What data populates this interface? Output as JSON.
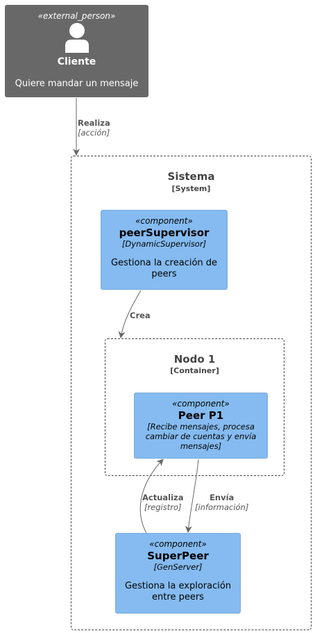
{
  "person": {
    "stereotype": "«external_person»",
    "name": "Cliente",
    "description": "Quiere mandar un mensaje"
  },
  "system": {
    "title": "Sistema",
    "type": "[System]"
  },
  "peer_supervisor": {
    "stereotype": "«component»",
    "name": "peerSupervisor",
    "technology": "[DynamicSupervisor]",
    "description": "Gestiona la creación de peers"
  },
  "nodo": {
    "title": "Nodo 1",
    "type": "[Container]"
  },
  "peer_p1": {
    "stereotype": "«component»",
    "name": "Peer P1",
    "technology": "[Recibe mensajes, procesa cambiar de cuentas y envía mensajes]"
  },
  "super_peer": {
    "stereotype": "«component»",
    "name": "SuperPeer",
    "technology": "[GenServer]",
    "description": "Gestiona la exploración entre peers"
  },
  "relations": {
    "realiza": {
      "label": "Realiza",
      "tech": "[acción]"
    },
    "crea": {
      "label": "Crea"
    },
    "actualiza": {
      "label": "Actualiza",
      "tech": "[registro]"
    },
    "envia": {
      "label": "Envía",
      "tech": "[información]"
    }
  },
  "colors": {
    "person_bg": "#686868",
    "component_bg": "#85bbf0",
    "boundary_line": "#444444",
    "arrow": "#666666"
  }
}
